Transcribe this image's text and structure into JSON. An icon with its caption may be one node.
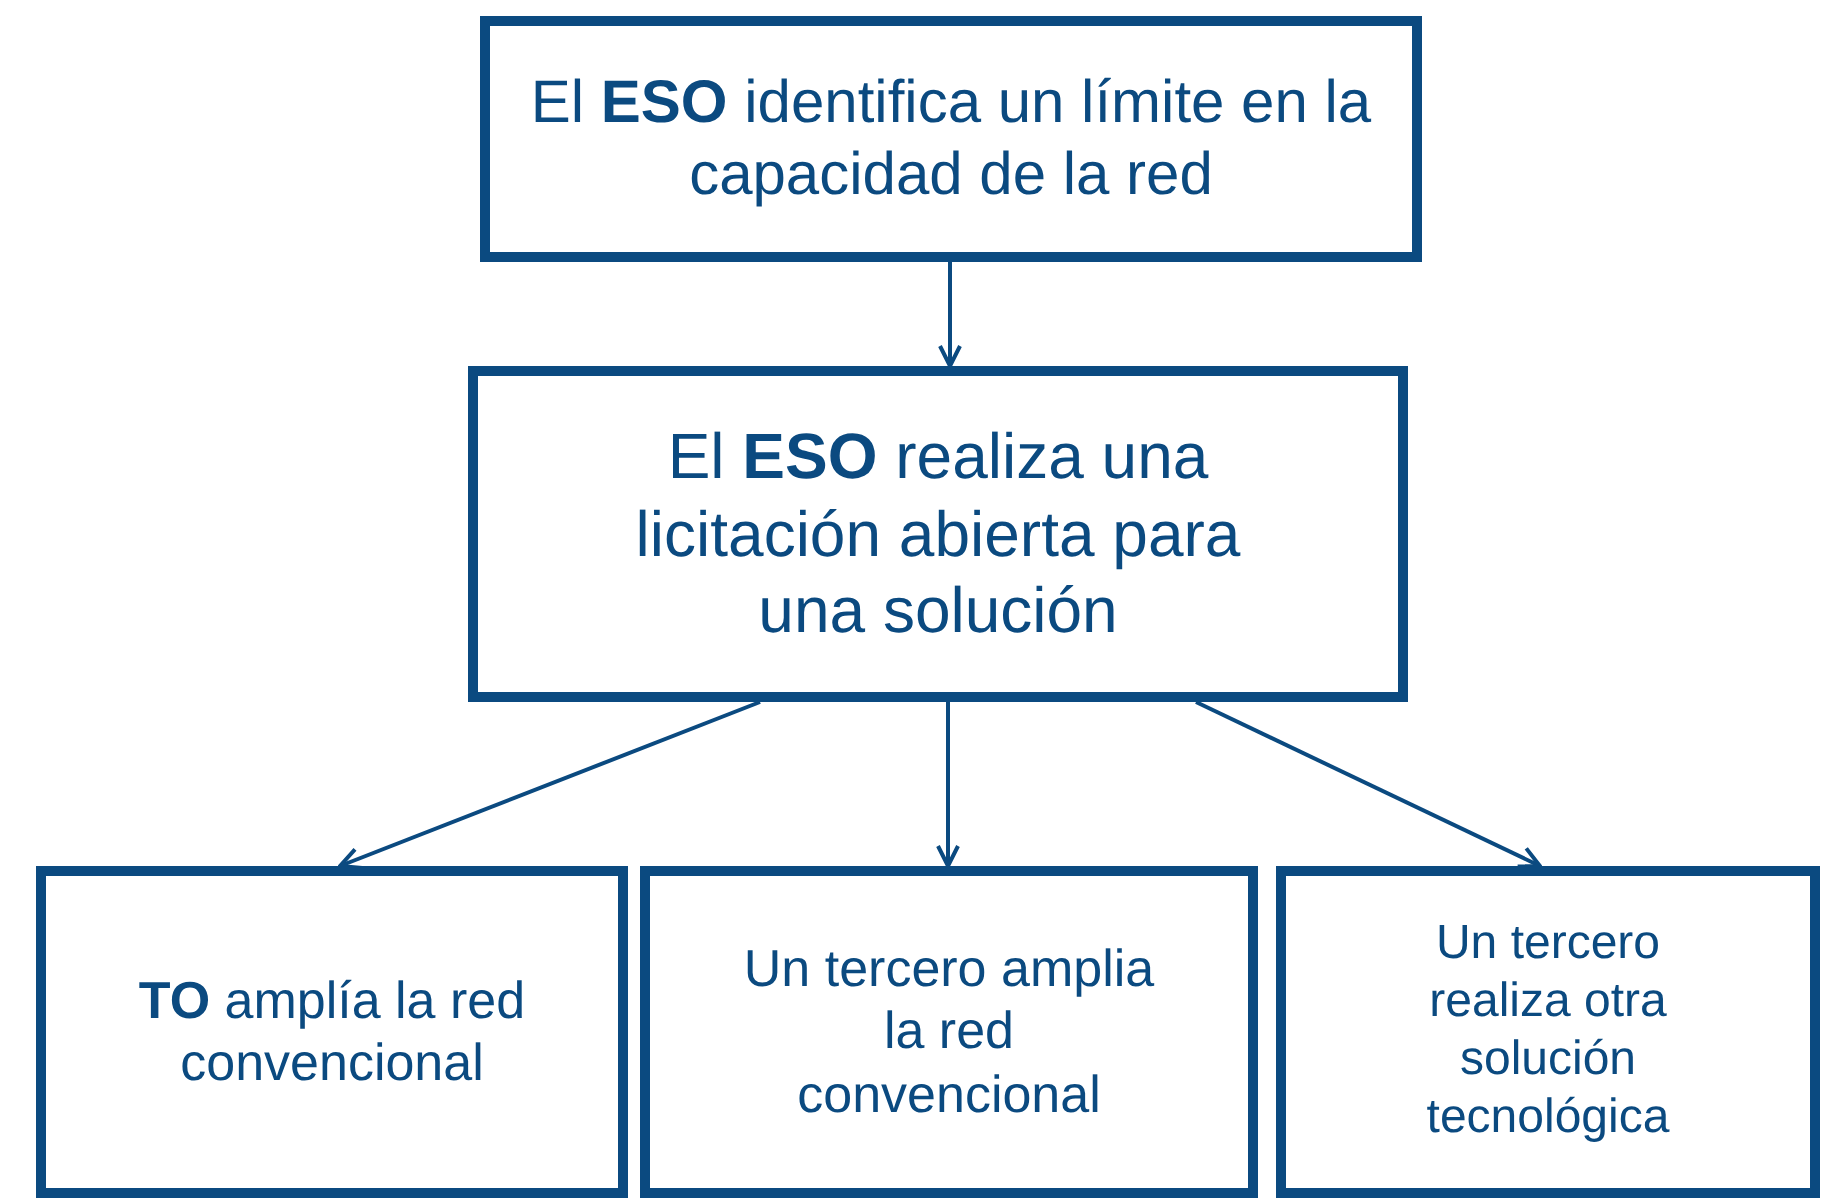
{
  "diagram": {
    "nodes": [
      {
        "text": [
          "El **ESO** identifica un límite en la capacidad de la red"
        ]
      },
      {
        "text": [
          "El **ESO** realiza una licitación abierta para una solución"
        ]
      },
      {
        "text": [
          "**TO** amplía la red convencional"
        ]
      },
      {
        "text": [
          "Un tercero amplia la red convencional"
        ]
      },
      {
        "text": [
          "Un tercero realiza otra solución tecnológica"
        ]
      }
    ],
    "edges": [
      {
        "from": 0,
        "to": 1,
        "arrow": "to"
      },
      {
        "from": 1,
        "to": 2,
        "arrow": "to"
      },
      {
        "from": 1,
        "to": 3,
        "arrow": "to"
      },
      {
        "from": 1,
        "to": 4,
        "arrow": "to"
      }
    ]
  }
}
